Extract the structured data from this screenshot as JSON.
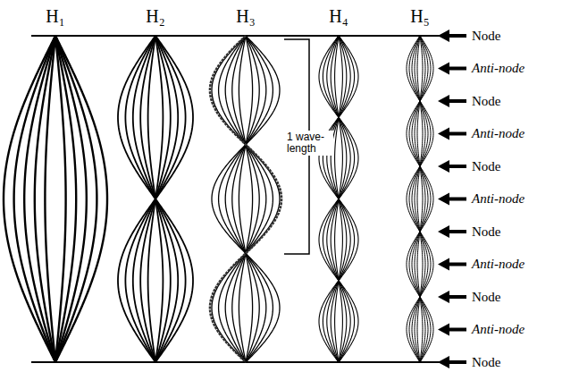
{
  "diagram": {
    "labels": [
      "H₁",
      "H₂",
      "H₃",
      "H₄",
      "H₅",
      "1 wave-length",
      "Node",
      "Anti-node",
      "Node",
      "Anti-node",
      "Node",
      "Anti-node",
      "Node",
      "Anti-node",
      "Node",
      "Anti-node",
      "Node"
    ]
  }
}
